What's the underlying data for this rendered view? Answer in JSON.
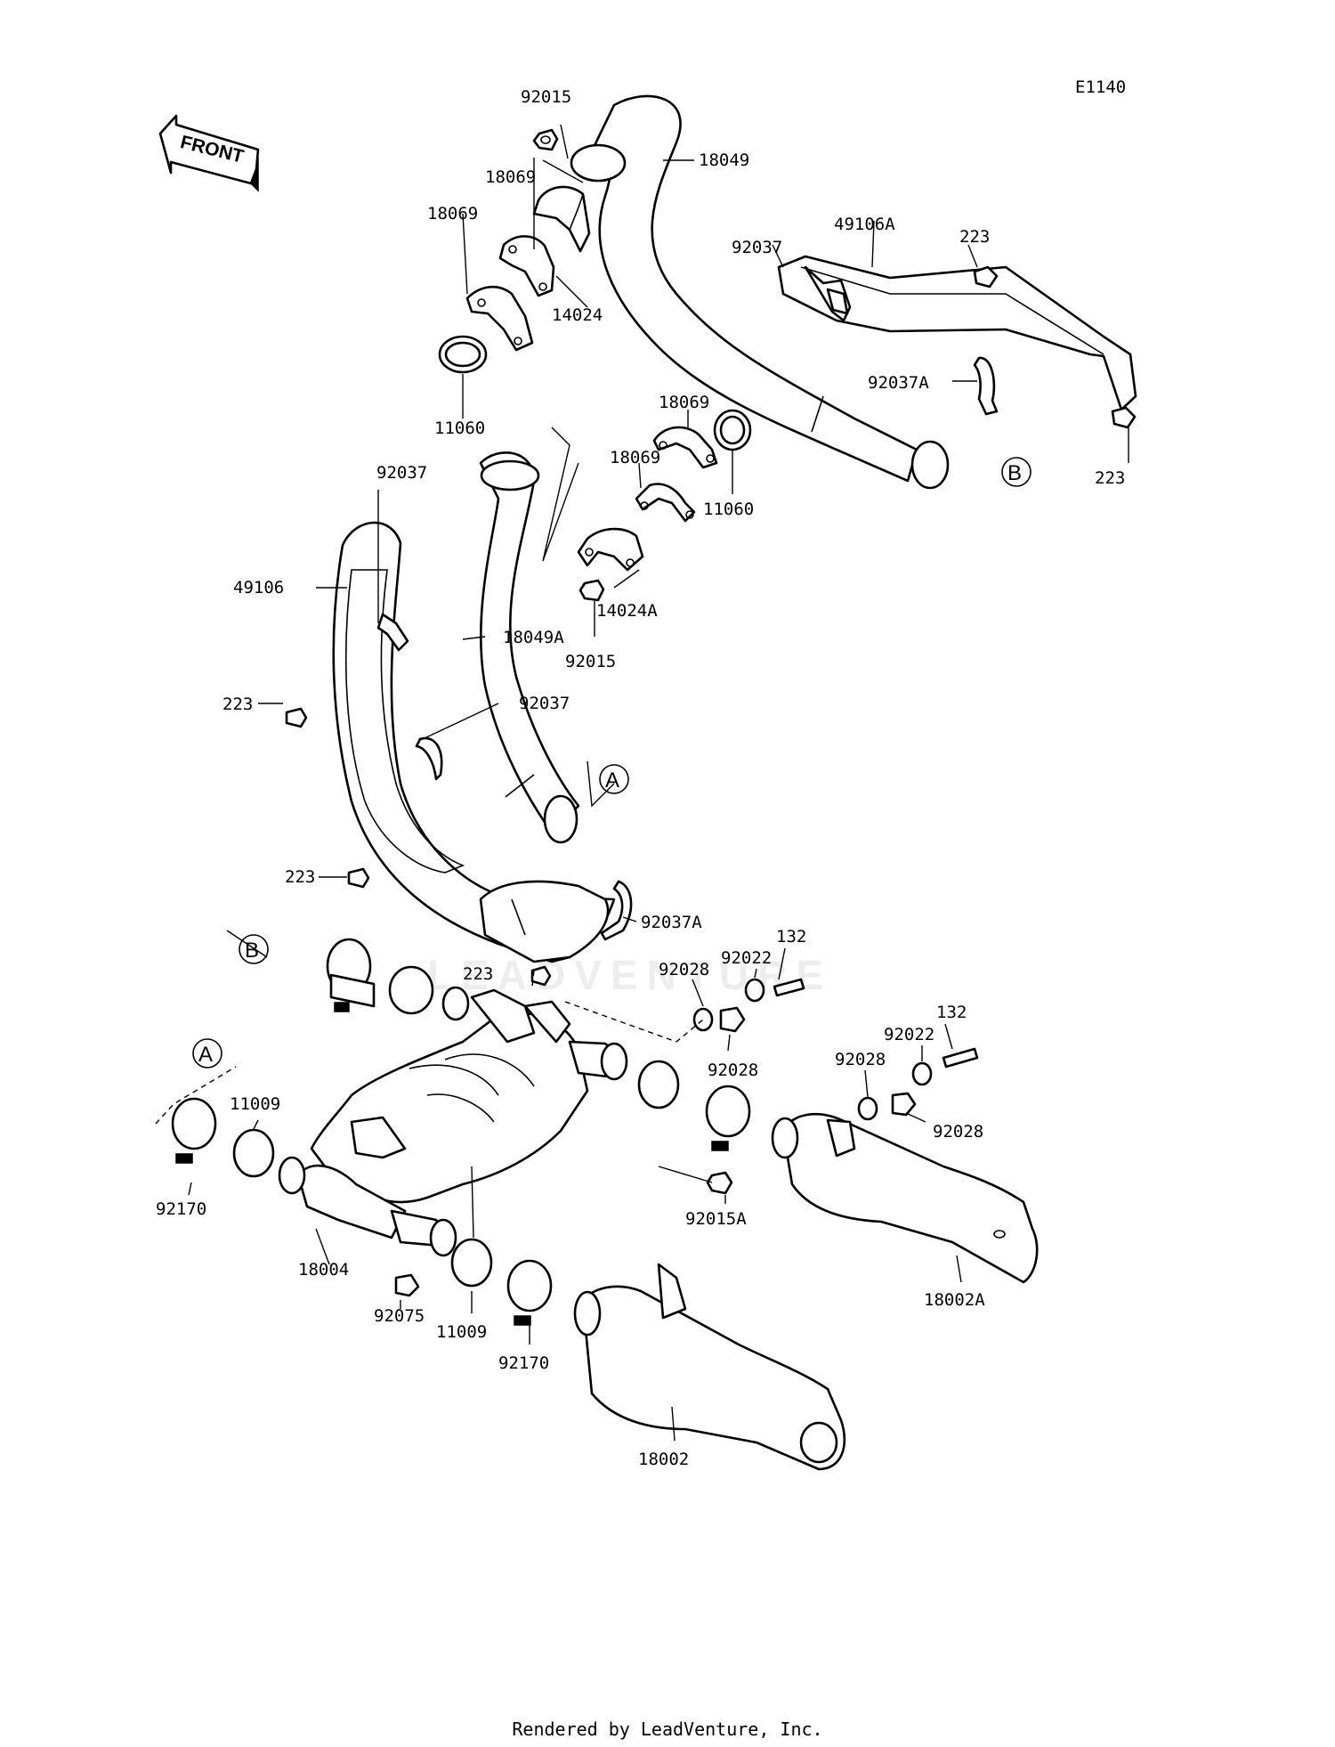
{
  "diagram_code": "E1140",
  "front_arrow_label": "FRONT",
  "watermark": "LEADVENTURE",
  "footer": "Rendered by LeadVenture, Inc.",
  "reference_markers": [
    "A",
    "B"
  ],
  "labels": [
    "92015",
    "18049",
    "18069",
    "18069",
    "14024",
    "11060",
    "92037",
    "49106A",
    "223",
    "92037A",
    "223",
    "18069",
    "18069",
    "11060",
    "14024A",
    "92015",
    "92037",
    "49106",
    "18049A",
    "223",
    "92037",
    "223",
    "92037A",
    "132",
    "92022",
    "92028",
    "223",
    "92028",
    "132",
    "92022",
    "92028",
    "92028",
    "11009",
    "92170",
    "18004",
    "92075",
    "11009",
    "92170",
    "92015A",
    "18002A",
    "18002"
  ]
}
